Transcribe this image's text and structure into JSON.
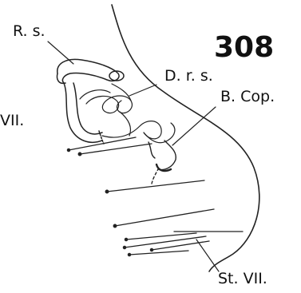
{
  "figure": {
    "number": "308",
    "labels": {
      "rs": "R. s.",
      "drs": "D. r. s.",
      "bcop": "B. Cop.",
      "vii": "VII.",
      "stvii": "St. VII."
    }
  }
}
